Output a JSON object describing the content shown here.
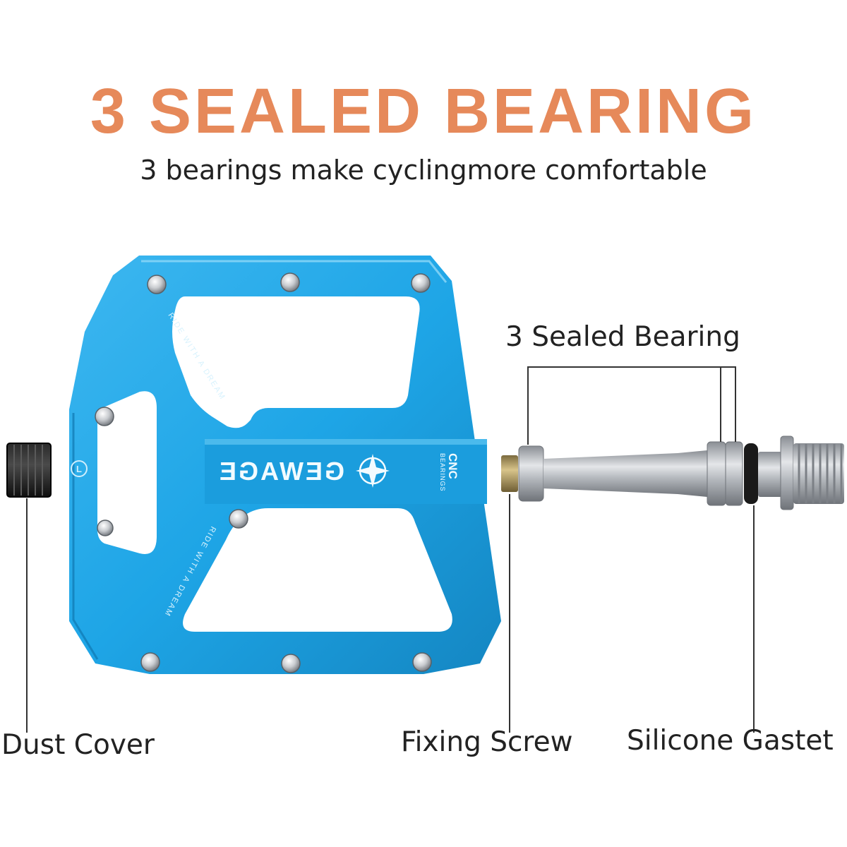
{
  "header": {
    "title": "3 SEALED BEARING",
    "subtitle": "3 bearings make cyclingmore comfortable"
  },
  "product": {
    "brand": "GEWAGE",
    "badge_title": "CNC",
    "badge_sub": "BEARINGS",
    "side_text": "RIDE WITH A DREAM",
    "side_letter": "L"
  },
  "callouts": {
    "bearing": "3 Sealed Bearing",
    "dust_cover": "Dust Cover",
    "fixing_screw": "Fixing Screw",
    "gasket": "Silicone Gastet"
  },
  "colors": {
    "title": "#e6895a",
    "text": "#222222",
    "pedal": "#1ea5e6",
    "pedal_dark": "#1588c4",
    "pedal_light": "#5fc6f2",
    "steel": "#b9bcc0",
    "steel_dark": "#7c8086",
    "leader": "#333333"
  }
}
